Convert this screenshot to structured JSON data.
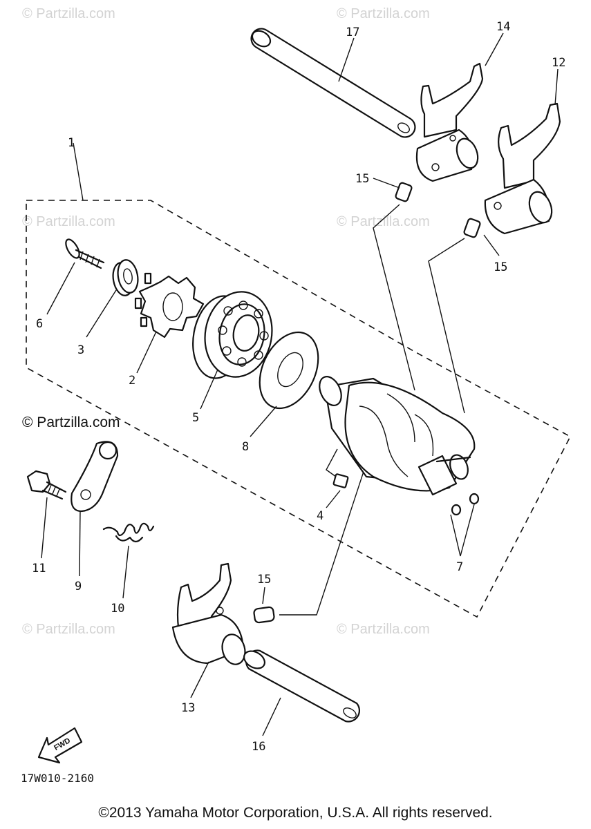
{
  "watermarks": {
    "faint": "© Partzilla.com",
    "main": "© Partzilla.com"
  },
  "callouts": {
    "c1": "1",
    "c2": "2",
    "c3": "3",
    "c4": "4",
    "c5": "5",
    "c6": "6",
    "c7": "7",
    "c8": "8",
    "c9": "9",
    "c10": "10",
    "c11": "11",
    "c12": "12",
    "c13": "13",
    "c14": "14",
    "c15a": "15",
    "c15b": "15",
    "c15c": "15",
    "c16": "16",
    "c17": "17"
  },
  "fwd_label": "FWD",
  "diagram_code": "17W010-2160",
  "copyright": "©2013 Yamaha Motor Corporation, U.S.A. All rights reserved."
}
